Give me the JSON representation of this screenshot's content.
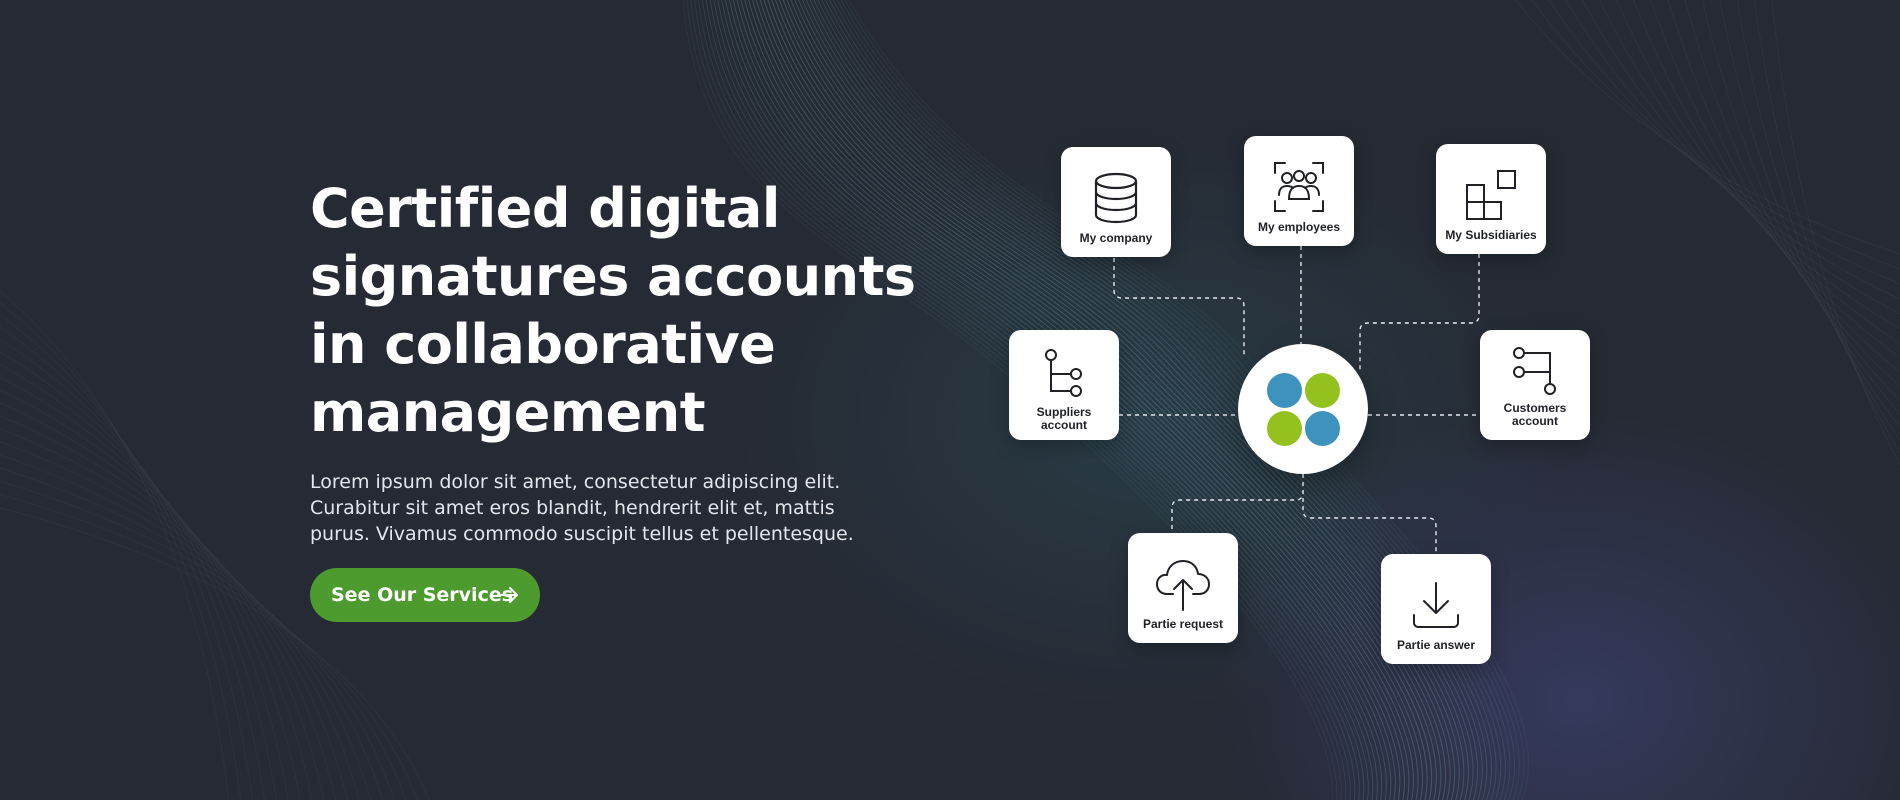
{
  "hero": {
    "headline_lines": [
      "Certified digital",
      "signatures accounts",
      "in collaborative",
      "management"
    ],
    "description_lines": [
      "Lorem ipsum dolor sit amet, consectetur adipiscing elit.",
      "Curabitur sit amet eros blandit, hendrerit elit et, mattis",
      "purus. Vivamus commodo suscipit tellus et pellentesque."
    ],
    "cta_label": "See Our Services"
  },
  "diagram": {
    "nodes": {
      "my_company": {
        "label_lines": [
          "My company"
        ],
        "icon": "database-icon"
      },
      "my_employees": {
        "label_lines": [
          "My employees"
        ],
        "icon": "team-icon"
      },
      "my_subsidiaries": {
        "label_lines": [
          "My Subsidiaries"
        ],
        "icon": "blocks-icon"
      },
      "suppliers_account": {
        "label_lines": [
          "Suppliers",
          "account"
        ],
        "icon": "branch-icon"
      },
      "customers_account": {
        "label_lines": [
          "Customers",
          "account"
        ],
        "icon": "branch-right-icon"
      },
      "partie_request": {
        "label_lines": [
          "Partie request"
        ],
        "icon": "cloud-upload-icon"
      },
      "partie_answer": {
        "label_lines": [
          "Partie answer"
        ],
        "icon": "download-icon"
      }
    },
    "hub_colors": [
      "#3d93bd",
      "#95c11f",
      "#95c11f",
      "#3d93bd"
    ]
  },
  "colors": {
    "background": "#262a34",
    "cta": "#4d9b2e",
    "wave": "#6fb3c0",
    "card": "#ffffff"
  }
}
